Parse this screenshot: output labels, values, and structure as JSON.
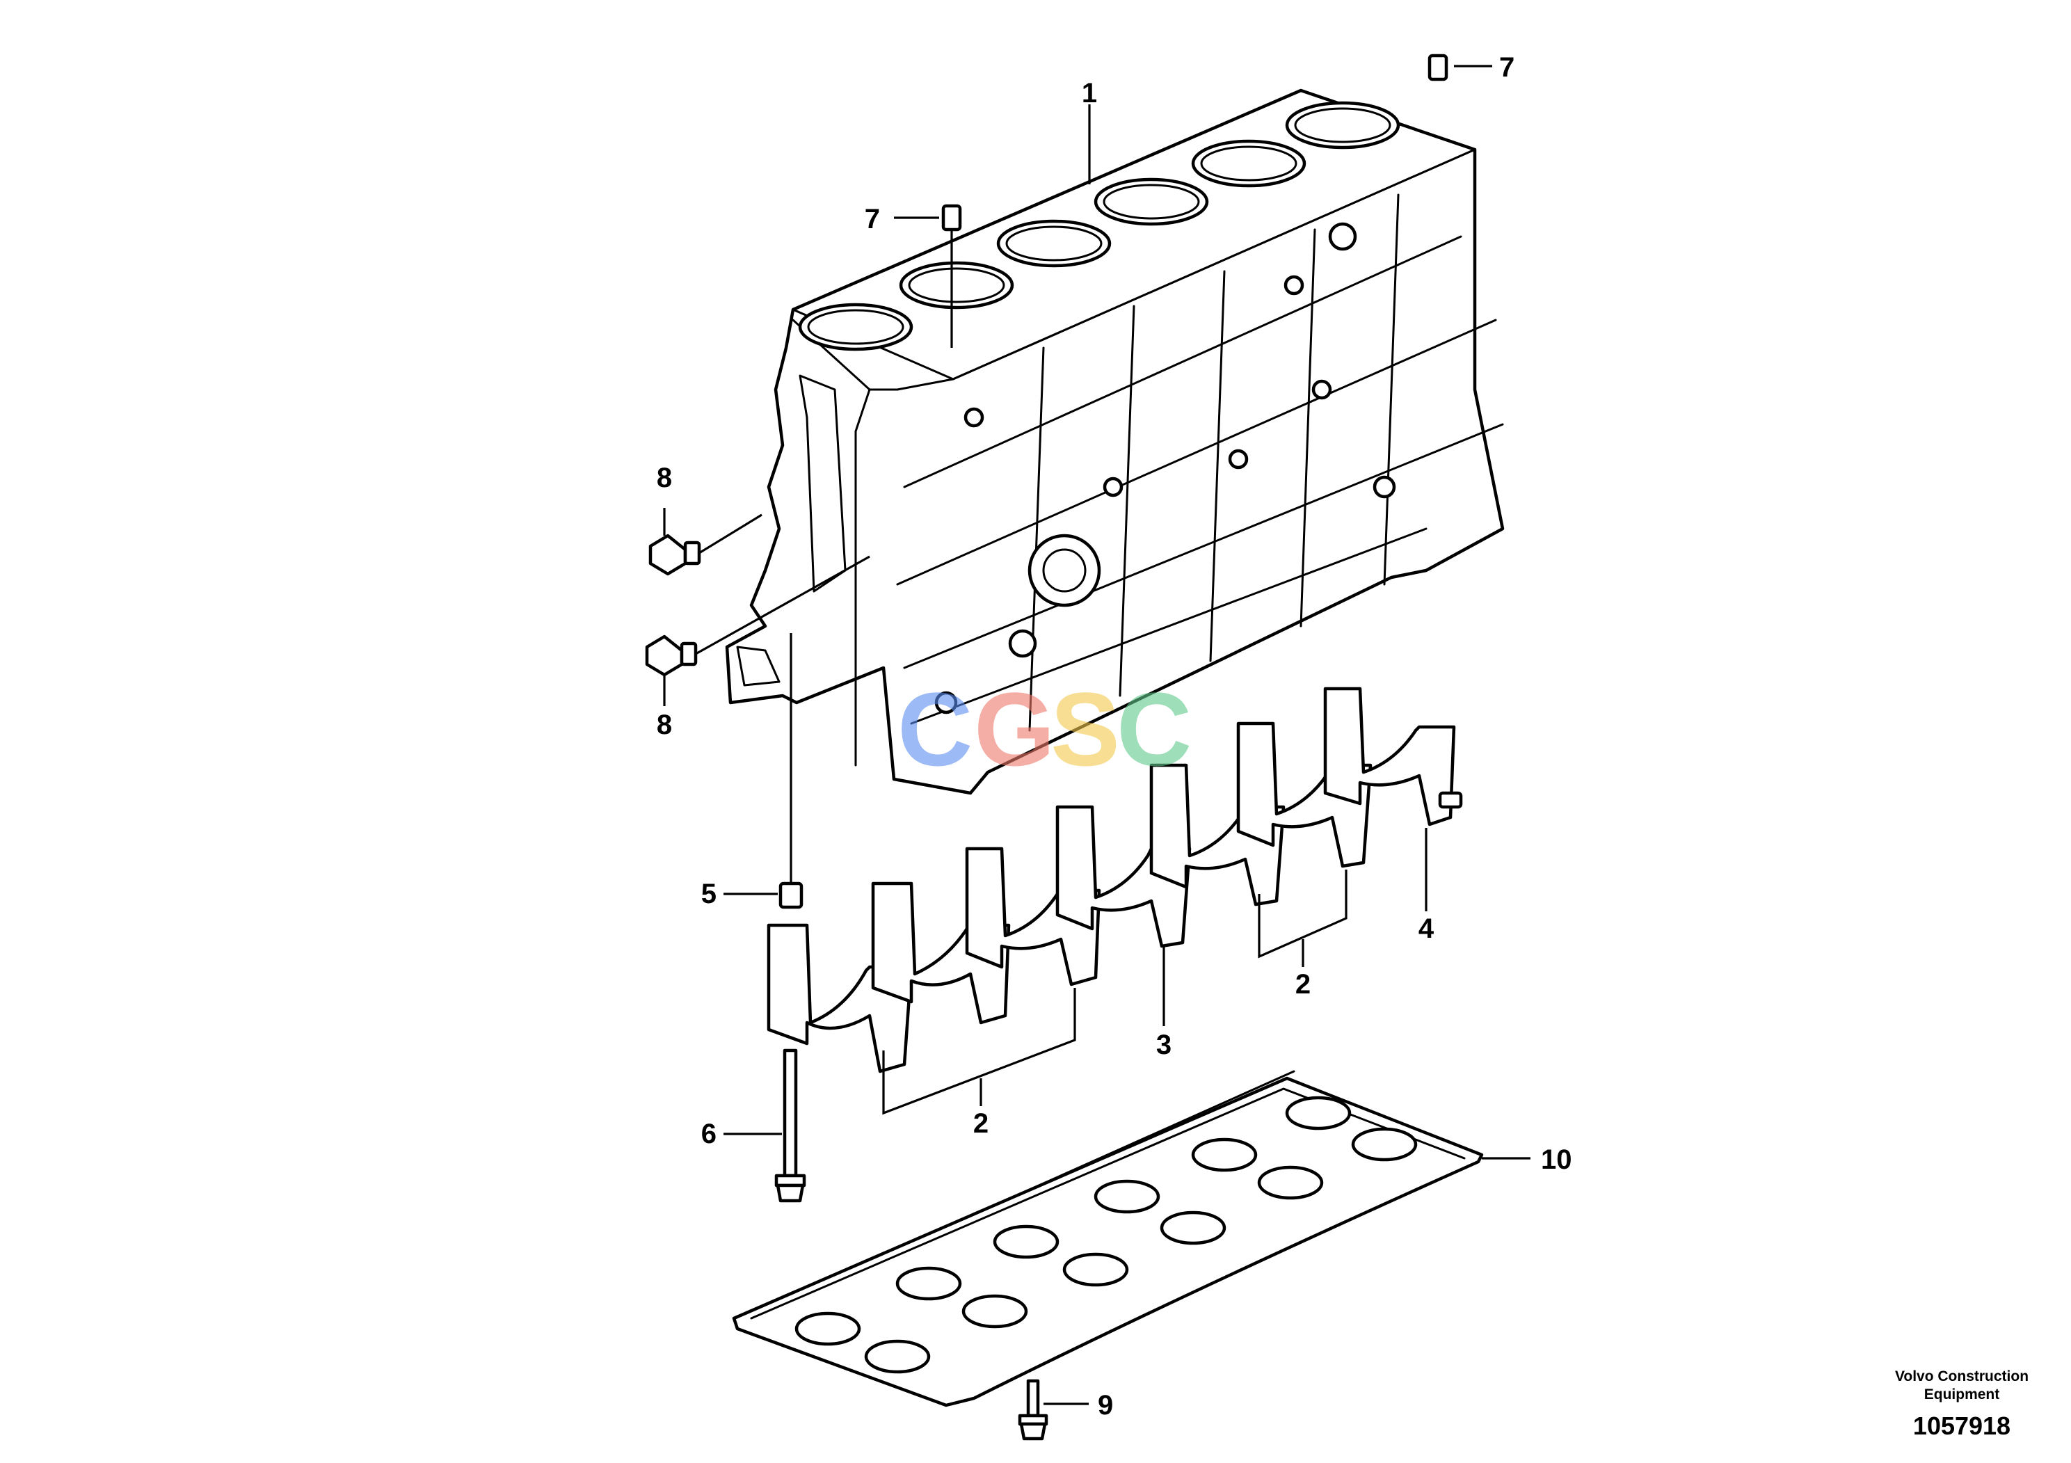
{
  "diagram": {
    "callouts": [
      {
        "id": "c1",
        "label": "1"
      },
      {
        "id": "c7a",
        "label": "7"
      },
      {
        "id": "c7b",
        "label": "7"
      },
      {
        "id": "c8a",
        "label": "8"
      },
      {
        "id": "c8b",
        "label": "8"
      },
      {
        "id": "c5",
        "label": "5"
      },
      {
        "id": "c6",
        "label": "6"
      },
      {
        "id": "c2a",
        "label": "2"
      },
      {
        "id": "c3",
        "label": "3"
      },
      {
        "id": "c2b",
        "label": "2"
      },
      {
        "id": "c4",
        "label": "4"
      },
      {
        "id": "c10",
        "label": "10"
      },
      {
        "id": "c9",
        "label": "9"
      }
    ],
    "watermark": {
      "letters": [
        "C",
        "G",
        "S",
        "C"
      ],
      "colors": [
        "#5b8def",
        "#f07a6a",
        "#f2c94c",
        "#5fc98a"
      ]
    }
  },
  "footer": {
    "brand_line1": "Volvo Construction",
    "brand_line2": "Equipment",
    "drawing_number": "1057918"
  }
}
